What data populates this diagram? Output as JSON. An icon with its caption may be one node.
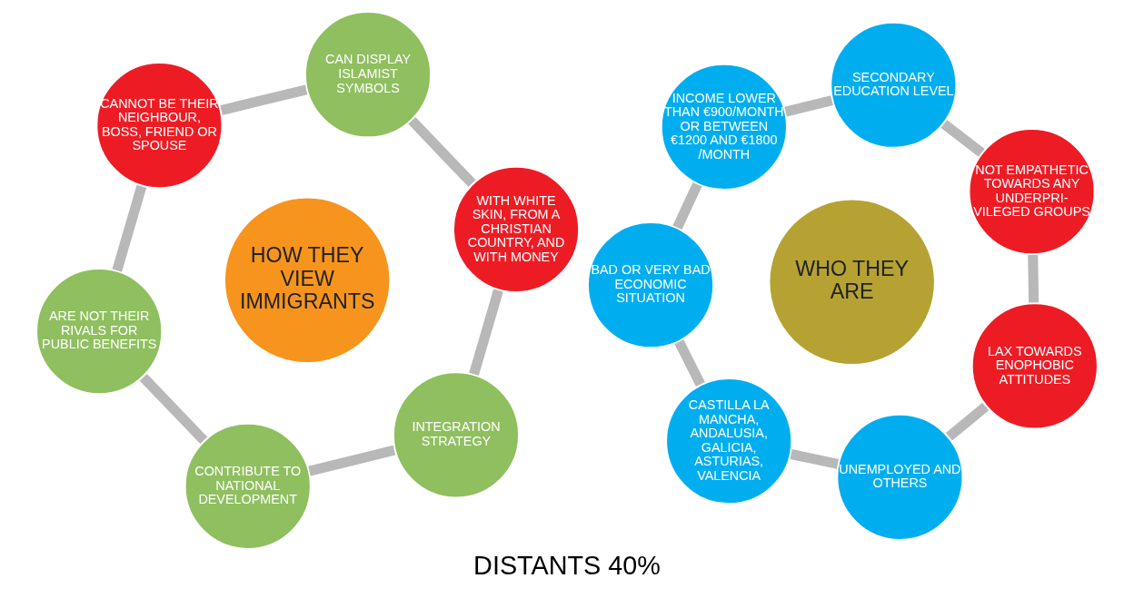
{
  "diagram": {
    "caption": "DISTANTS 40%",
    "nodes": [
      {
        "text": [
          "HOW THEY VIEW IMMIGRANTS"
        ]
      },
      {
        "text": [
          "INTEGRATION STRATEGY"
        ]
      },
      {
        "text": [
          "WITH WHITE SKIN, FROM A CHRISTIAN COUNTRY, AND WITH MONEY"
        ]
      },
      {
        "text": [
          "CAN DISPLAY ISLAMIST SYMBOLS"
        ]
      },
      {
        "text": [
          "CANNOT BE THEIR NEIGHBOUR, BOSS, FRIEND OR SPOUSE"
        ]
      },
      {
        "text": [
          "ARE NOT THEIR RIVALS FOR PUBLIC BENEFITS"
        ]
      },
      {
        "text": [
          "CONTRIBUTE TO NATIONAL DEVELOPMENT"
        ]
      },
      {
        "text": [
          "WHO THEY ARE"
        ]
      },
      {
        "text": [
          "LAX TOWARDS ENOPHOBIC ATTITUDES"
        ]
      },
      {
        "text": [
          "NOT EMPATHETIC TOWARDS ANY UNDERPRI- VILEGED GROUPS"
        ]
      },
      {
        "text": [
          "SECONDARY EDUCATION LEVEL"
        ]
      },
      {
        "text": [
          "INCOME LOWER THAN €900/MONTH OR BETWEEN €1200 AND €1800 /MONTH"
        ]
      },
      {
        "text": [
          "BAD OR VERY BAD ECONOMIC SITUATION"
        ]
      },
      {
        "text": [
          "CASTILLA LA MANCHA, ANDALUSIA, GALICIA, ASTURIAS, VALENCIA"
        ]
      },
      {
        "text": [
          "UNEMPLOYED AND OTHERS"
        ]
      }
    ],
    "edges": [
      {
        "from": 1,
        "to": 2,
        "arrow": "none"
      },
      {
        "from": 2,
        "to": 3,
        "arrow": "none"
      },
      {
        "from": 3,
        "to": 4,
        "arrow": "none"
      },
      {
        "from": 4,
        "to": 5,
        "arrow": "none"
      },
      {
        "from": 5,
        "to": 6,
        "arrow": "none"
      },
      {
        "from": 6,
        "to": 1,
        "arrow": "none"
      },
      {
        "from": 8,
        "to": 9,
        "arrow": "none"
      },
      {
        "from": 9,
        "to": 10,
        "arrow": "none"
      },
      {
        "from": 10,
        "to": 11,
        "arrow": "none"
      },
      {
        "from": 11,
        "to": 12,
        "arrow": "none"
      },
      {
        "from": 12,
        "to": 13,
        "arrow": "none"
      },
      {
        "from": 13,
        "to": 14,
        "arrow": "none"
      },
      {
        "from": 14,
        "to": 8,
        "arrow": "none"
      }
    ]
  }
}
